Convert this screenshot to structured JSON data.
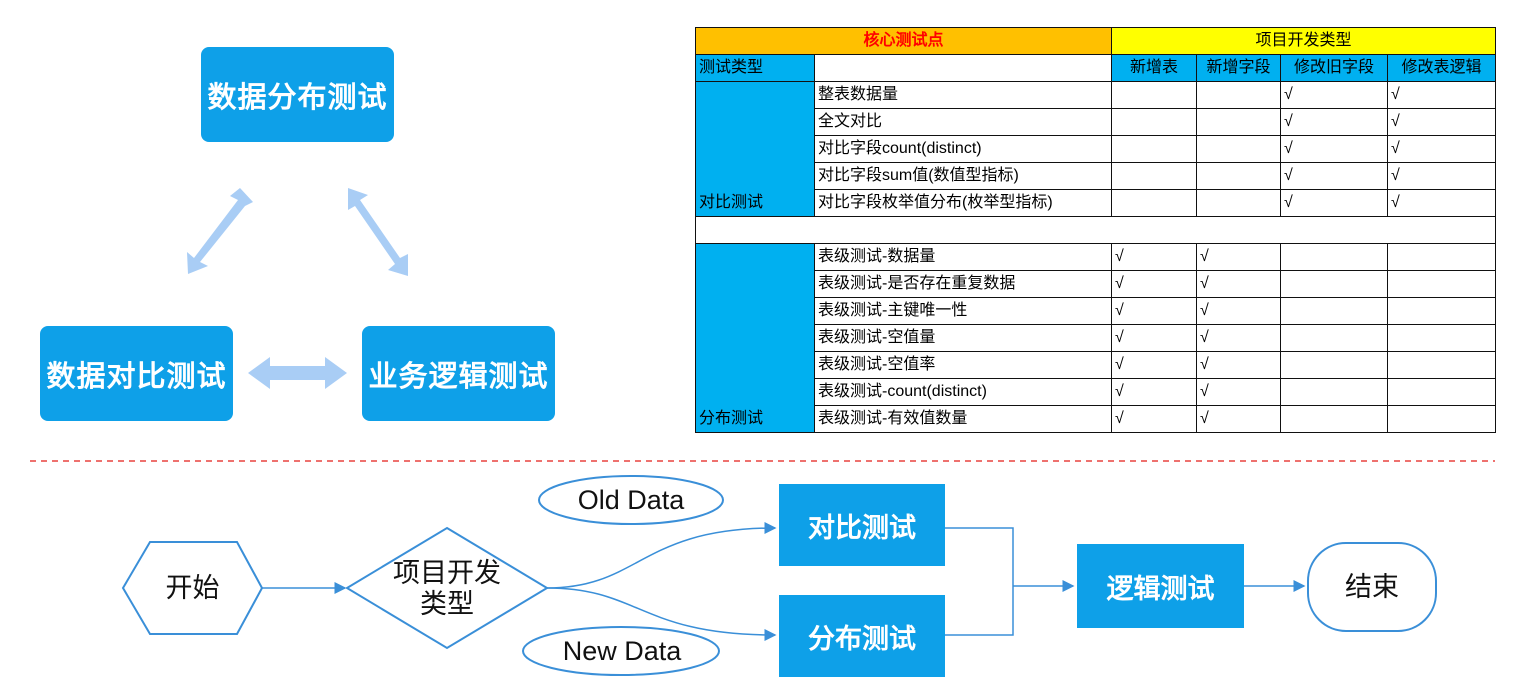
{
  "triangle": {
    "top": "数据分布测试",
    "left": "数据对比测试",
    "right": "业务逻辑测试"
  },
  "table": {
    "header_core": "核心测试点",
    "header_project": "项目开发类型",
    "col_type": "测试类型",
    "cols": [
      "新增表",
      "新增字段",
      "修改旧字段",
      "修改表逻辑"
    ],
    "group1_label": "对比测试",
    "group1_rows": [
      {
        "item": "整表数据量",
        "checks": [
          "",
          "",
          "√",
          "√"
        ]
      },
      {
        "item": "全文对比",
        "checks": [
          "",
          "",
          "√",
          "√"
        ]
      },
      {
        "item": "对比字段count(distinct)",
        "checks": [
          "",
          "",
          "√",
          "√"
        ]
      },
      {
        "item": "对比字段sum值(数值型指标)",
        "checks": [
          "",
          "",
          "√",
          "√"
        ]
      },
      {
        "item": "对比字段枚举值分布(枚举型指标)",
        "checks": [
          "",
          "",
          "√",
          "√"
        ]
      }
    ],
    "group2_label": "分布测试",
    "group2_rows": [
      {
        "item": "表级测试-数据量",
        "checks": [
          "√",
          "√",
          "",
          ""
        ]
      },
      {
        "item": "表级测试-是否存在重复数据",
        "checks": [
          "√",
          "√",
          "",
          ""
        ]
      },
      {
        "item": "表级测试-主键唯一性",
        "checks": [
          "√",
          "√",
          "",
          ""
        ]
      },
      {
        "item": "表级测试-空值量",
        "checks": [
          "√",
          "√",
          "",
          ""
        ]
      },
      {
        "item": "表级测试-空值率",
        "checks": [
          "√",
          "√",
          "",
          ""
        ]
      },
      {
        "item": "表级测试-count(distinct)",
        "checks": [
          "√",
          "√",
          "",
          ""
        ]
      },
      {
        "item": "表级测试-有效值数量",
        "checks": [
          "√",
          "√",
          "",
          ""
        ]
      }
    ]
  },
  "flow": {
    "start": "开始",
    "decision": "项目开发类型",
    "old_data": "Old Data",
    "new_data": "New Data",
    "compare": "对比测试",
    "distribution": "分布测试",
    "logic": "逻辑测试",
    "end": "结束"
  },
  "colors": {
    "box_blue": "#0ea0e8",
    "arrow_light": "#a9cdf5",
    "table_cyan": "#00b0f0",
    "header_orange": "#ffc000",
    "header_yellow": "#ffff00",
    "dashed_red": "#e8423f",
    "flow_line": "#3a8fd8"
  }
}
